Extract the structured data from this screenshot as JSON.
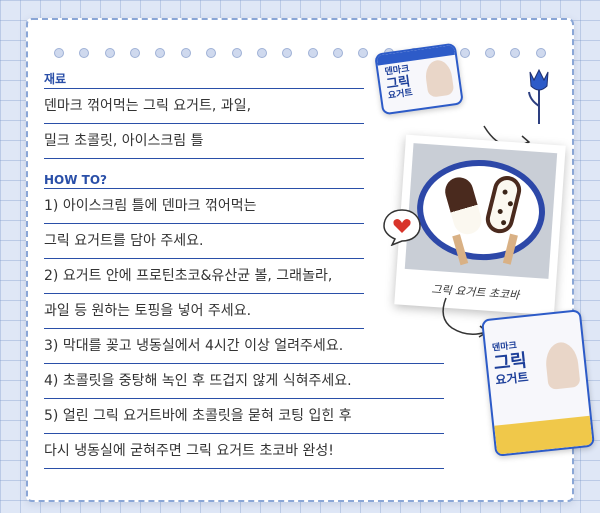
{
  "recipe": {
    "ingredients_heading": "재료",
    "ingredients_lines": [
      "덴마크 꺾어먹는 그릭 요거트, 과일,",
      "밀크 초콜릿, 아이스크림 틀"
    ],
    "howto_heading": "HOW TO?",
    "steps": [
      "1) 아이스크림 틀에 덴마크 꺾어먹는",
      "그릭 요거트를 담아 주세요.",
      "2) 요거트 안에 프로틴초코&유산균 볼, 그래놀라,",
      "과일 등 원하는 토핑을 넣어 주세요.",
      "3) 막대를 꽂고 냉동실에서 4시간 이상 얼려주세요.",
      "4) 초콜릿을 중탕해 녹인 후 뜨겁지 않게 식혀주세요.",
      "5) 얼린 그릭 요거트바에 초콜릿을 묻혀 코팅 입힌 후",
      "다시 냉동실에 굳혀주면 그릭 요거트 초코바 완성!"
    ]
  },
  "photo": {
    "caption": "그릭 요거트 초코바"
  },
  "product": {
    "brand": "덴마크",
    "name_line1": "그릭",
    "name_line2": "요거트"
  },
  "colors": {
    "accent": "#2a4fa8",
    "background": "#dfe7f6",
    "chocolate": "#4a2a1e"
  }
}
